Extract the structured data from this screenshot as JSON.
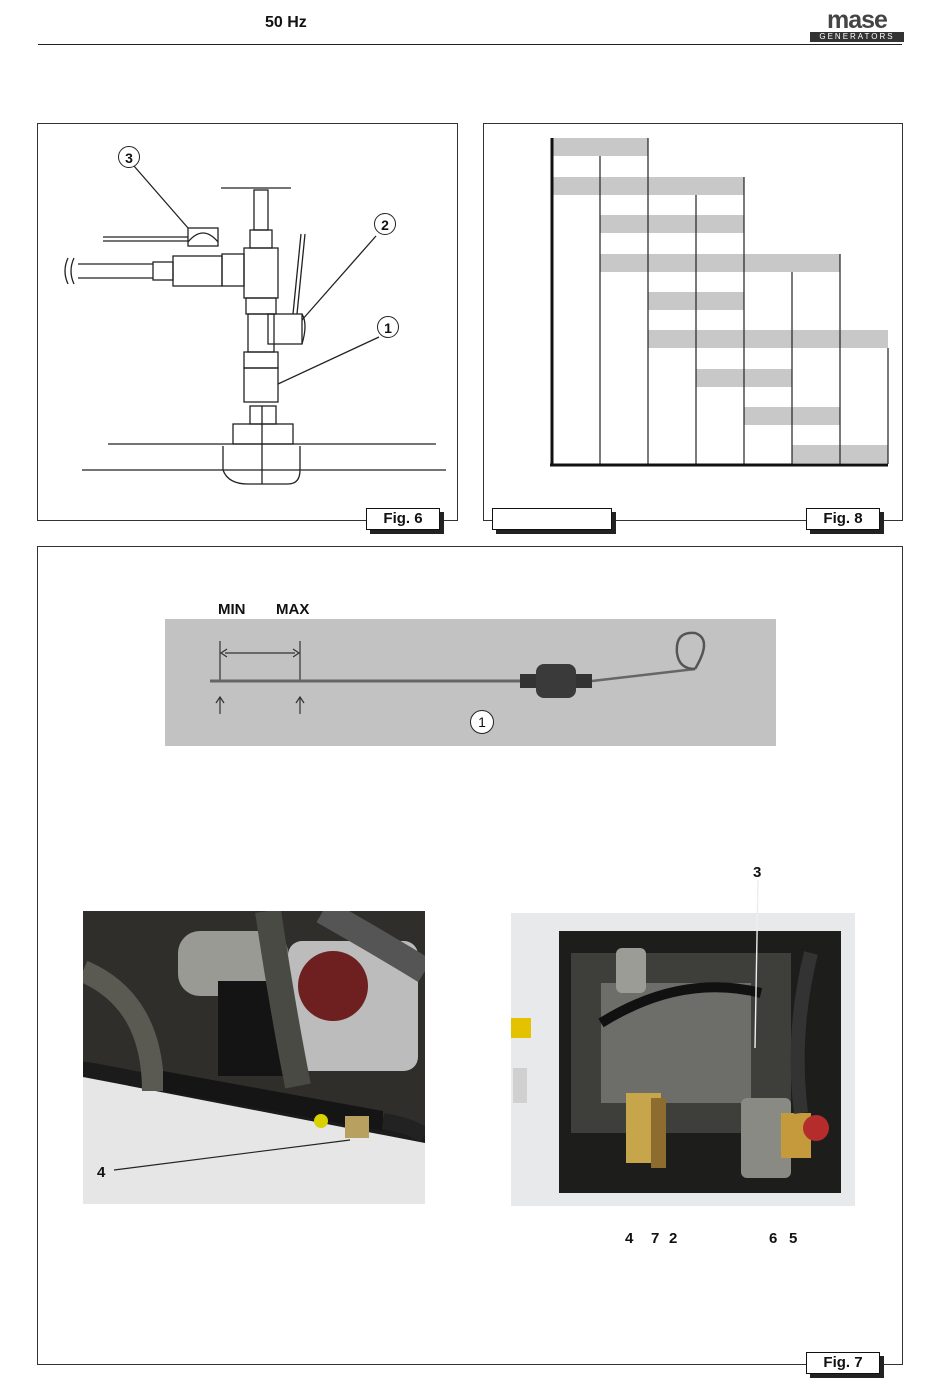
{
  "header": {
    "frequency": "50 Hz",
    "logo_top": "mase",
    "logo_bottom": "GENERATORS"
  },
  "fig6": {
    "label": "Fig. 6",
    "callouts": [
      "3",
      "2",
      "1"
    ]
  },
  "fig8": {
    "label": "Fig. 8",
    "blank_label": ""
  },
  "fig7": {
    "label": "Fig. 7",
    "dipstick": {
      "min_label": "MIN",
      "max_label": "MAX",
      "callout": "1"
    },
    "left_photo_callouts": [
      "4"
    ],
    "right_photo_top_callout": "3",
    "right_photo_bottom_callouts": [
      "4",
      "7",
      "2",
      "6",
      "5"
    ]
  }
}
